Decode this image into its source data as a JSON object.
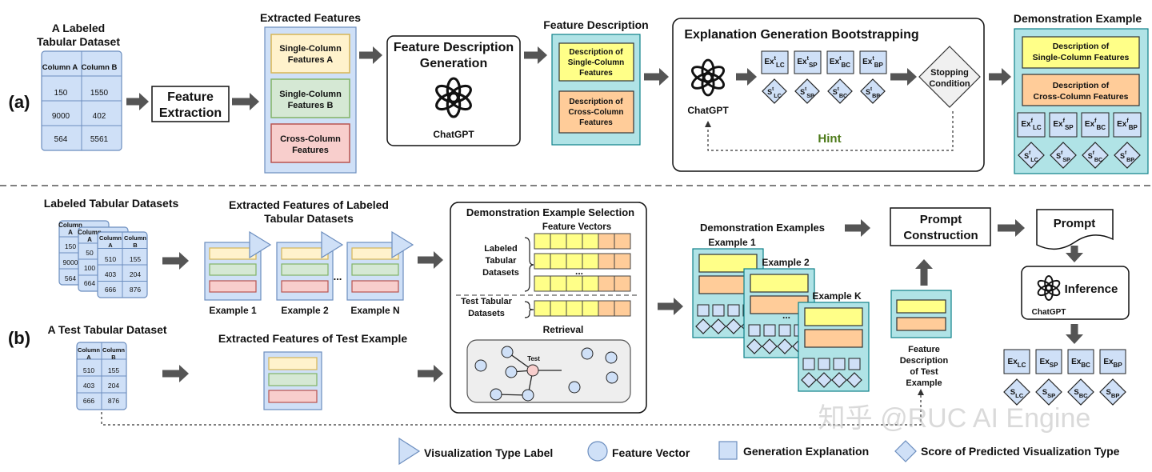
{
  "a": {
    "panel_label": "(a)",
    "dataset_title": [
      "A Labeled",
      "Tabular Dataset"
    ],
    "table_headers": [
      "Column A",
      "Column B"
    ],
    "table_rows": [
      [
        "150",
        "1550"
      ],
      [
        "9000",
        "402"
      ],
      [
        "564",
        "5561"
      ]
    ],
    "feature_extraction": [
      "Feature",
      "Extraction"
    ],
    "extracted_title": "Extracted Features",
    "single_a": [
      "Single-Column",
      "Features A"
    ],
    "single_b": [
      "Single-Column",
      "Features B"
    ],
    "cross": [
      "Cross-Column",
      "Features"
    ],
    "fdg_title": [
      "Feature Description",
      "Generation"
    ],
    "chatgpt": "ChatGPT",
    "fd_title": "Feature Description",
    "desc_single": [
      "Description of",
      "Single-Column",
      "Features"
    ],
    "desc_cross": [
      "Description of",
      "Cross-Column",
      "Features"
    ],
    "boot_title": "Explanation Generation Bootstrapping",
    "ex_base": "Ex",
    "ex_sup": "t",
    "s_base": "S",
    "s_sup": "t",
    "subs": [
      "LC",
      "SP",
      "BC",
      "BP"
    ],
    "stopping": [
      "Stopping",
      "Condition"
    ],
    "hint": "Hint",
    "demo_title": "Demonstration Example",
    "demo_single": [
      "Description of",
      "Single-Column Features"
    ],
    "demo_cross": [
      "Description of",
      "Cross-Column Features"
    ],
    "ex_sup_f": "f",
    "s_sup_f": "f"
  },
  "b": {
    "panel_label": "(b)",
    "labeled_title": "Labeled Tabular Datasets",
    "small_headers": [
      "Column",
      "A",
      "Column",
      "B"
    ],
    "stack_rows": [
      [
        "150"
      ],
      [
        "9000"
      ],
      [
        "564"
      ]
    ],
    "mid_rows": [
      [
        "50"
      ],
      [
        "100"
      ],
      [
        "664"
      ]
    ],
    "front_rows": [
      [
        "510",
        "155"
      ],
      [
        "403",
        "204"
      ],
      [
        "666",
        "876"
      ]
    ],
    "efl_title": [
      "Extracted Features of Labeled",
      "Tabular Datasets"
    ],
    "example_labels": [
      "Example 1",
      "Example 2",
      "Example N"
    ],
    "ellipsis": "...",
    "test_title": "A Test Tabular Dataset",
    "eft_title": "Extracted Features of Test Example",
    "des_title": "Demonstration Example Selection",
    "feature_vectors": "Feature Vectors",
    "labeled_group": [
      "Labeled",
      "Tabular",
      "Datasets"
    ],
    "test_group": [
      "Test Tabular",
      "Datasets"
    ],
    "retrieval": "Retrieval",
    "test_node": "Test",
    "demos_title": "Demonstration Examples",
    "demo_labels": [
      "Example 1",
      "Example 2",
      "Example K"
    ],
    "prompt_construction": [
      "Prompt",
      "Construction"
    ],
    "prompt": "Prompt",
    "inference": "Inference",
    "chatgpt": "ChatGPT",
    "fdt": [
      "Feature",
      "Description",
      "of Test",
      "Example"
    ],
    "out_ex": "Ex",
    "out_s": "S",
    "subs": [
      "LC",
      "SP",
      "BC",
      "BP"
    ]
  },
  "legend": {
    "items": [
      "Visualization Type Label",
      "Feature Vector",
      "Generation Explanation",
      "Score of Predicted Visualization Type"
    ]
  },
  "watermark": "知乎 @RUC AI Engine",
  "colors": {
    "table_blue": "#cfe0f7",
    "light_blue_border": "#6c8ebf",
    "yellow": "#fff2cc",
    "yellow_border": "#d6b656",
    "green": "#d5e8d4",
    "green_border": "#82b366",
    "red": "#f8cecc",
    "red_border": "#b85450",
    "teal": "#b0e3e6",
    "teal_border": "#0e8088",
    "bright_yellow": "#ffff88",
    "orange": "#ffcc99",
    "gray_arrow": "#555555",
    "hint_green": "#4d7a19",
    "node_pink": "#f8cecc"
  }
}
